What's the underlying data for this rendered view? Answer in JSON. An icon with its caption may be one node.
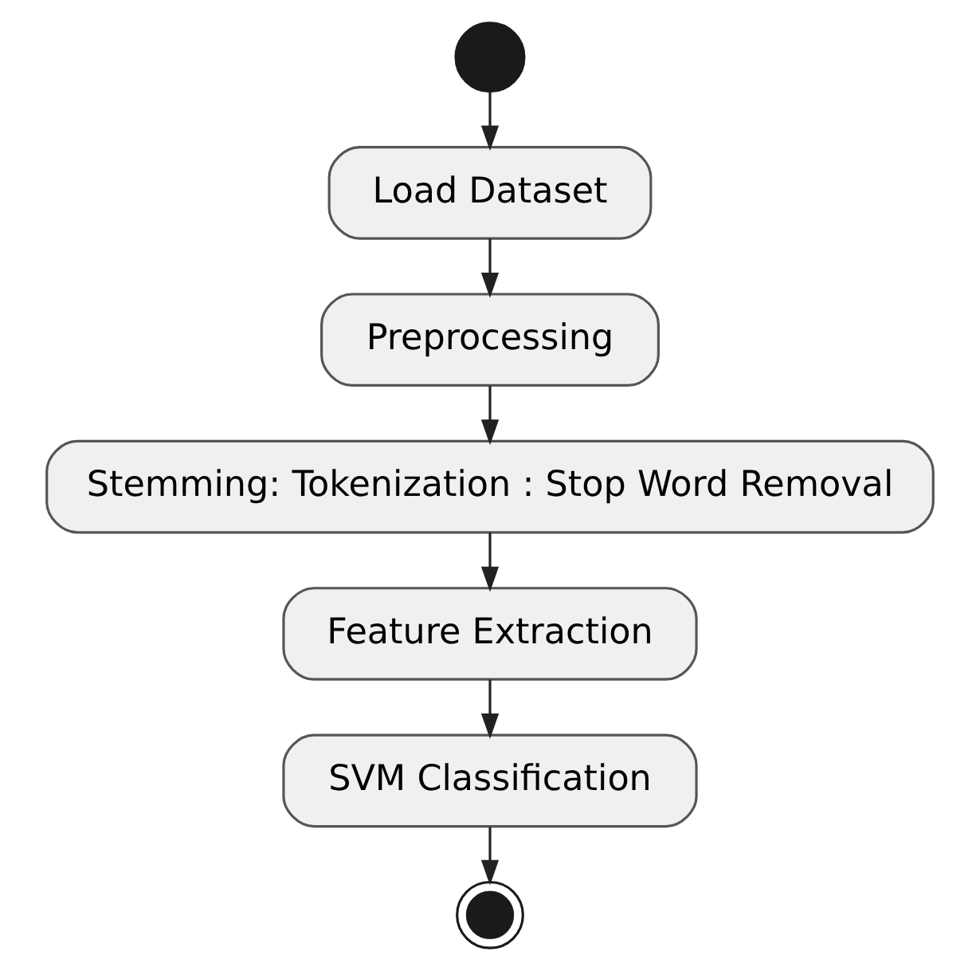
{
  "diagram": {
    "nodes": [
      {
        "text": [],
        "shape": "circle"
      },
      {
        "text": [
          "Load Dataset"
        ]
      },
      {
        "text": [
          "Preprocessing"
        ]
      },
      {
        "text": [
          "Stemming: Tokenization : Stop Word Removal"
        ]
      },
      {
        "text": [
          "Feature Extraction"
        ]
      },
      {
        "text": [
          "SVM Classification"
        ]
      },
      {
        "text": [],
        "shape": "circle"
      }
    ],
    "edges": [
      {
        "from": 0,
        "to": 1,
        "arrow": "to"
      },
      {
        "from": 1,
        "to": 2,
        "arrow": "to"
      },
      {
        "from": 2,
        "to": 3,
        "arrow": "to"
      },
      {
        "from": 3,
        "to": 4,
        "arrow": "to"
      },
      {
        "from": 4,
        "to": 5,
        "arrow": "to"
      },
      {
        "from": 5,
        "to": 6,
        "arrow": "to"
      }
    ]
  }
}
